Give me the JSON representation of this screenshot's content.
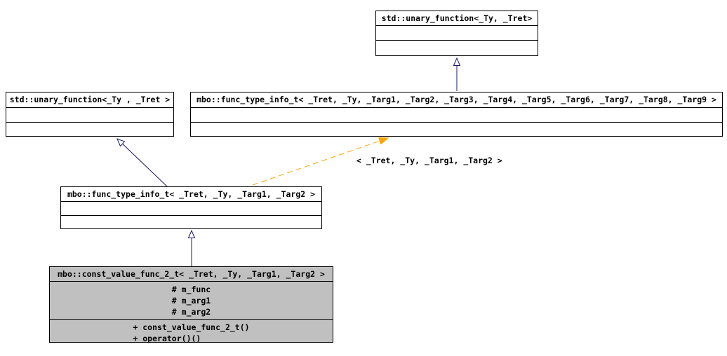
{
  "diagram": {
    "type": "uml-class-inheritance",
    "classes": [
      {
        "id": "std-unary-function-top",
        "title": "std::unary_function<_Ty, _Tret>",
        "attributes": [],
        "methods": []
      },
      {
        "id": "std-unary-function-left",
        "title": "std::unary_function<_Ty , _Tret >",
        "attributes": [],
        "methods": []
      },
      {
        "id": "func-type-info-9",
        "title": "mbo::func_type_info_t< _Tret, _Ty, _Targ1, _Targ2, _Targ3, _Targ4, _Targ5, _Targ6, _Targ7, _Targ8, _Targ9 >",
        "attributes": [],
        "methods": []
      },
      {
        "id": "func-type-info-2",
        "title": "mbo::func_type_info_t< _Tret, _Ty, _Targ1, _Targ2 >",
        "attributes": [],
        "methods": []
      },
      {
        "id": "const-value-func-2-t",
        "title": "mbo::const_value_func_2_t< _Tret, _Ty, _Targ1, _Targ2 >",
        "attributes": [
          "# m_func",
          "# m_arg1",
          "# m_arg2"
        ],
        "methods": [
          "+ const_value_func_2_t()",
          "+ operator()()"
        ],
        "highlighted": true
      }
    ],
    "edges": [
      {
        "from": "func-type-info-9",
        "to": "std-unary-function-top",
        "type": "inheritance"
      },
      {
        "from": "func-type-info-2",
        "to": "std-unary-function-left",
        "type": "inheritance"
      },
      {
        "from": "const-value-func-2-t",
        "to": "func-type-info-2",
        "type": "inheritance"
      },
      {
        "from": "func-type-info-2",
        "to": "func-type-info-9",
        "type": "template-instantiation",
        "label": "< _Tret, _Ty, _Targ1, _Targ2 >"
      }
    ],
    "edge_label": "< _Tret, _Ty, _Targ1, _Targ2 >",
    "colors": {
      "inheritance_edge": "#191970",
      "template_edge": "#ffa500",
      "highlight_fill": "#c0c0c0",
      "box_fill": "#ffffff",
      "border": "#000000"
    }
  }
}
